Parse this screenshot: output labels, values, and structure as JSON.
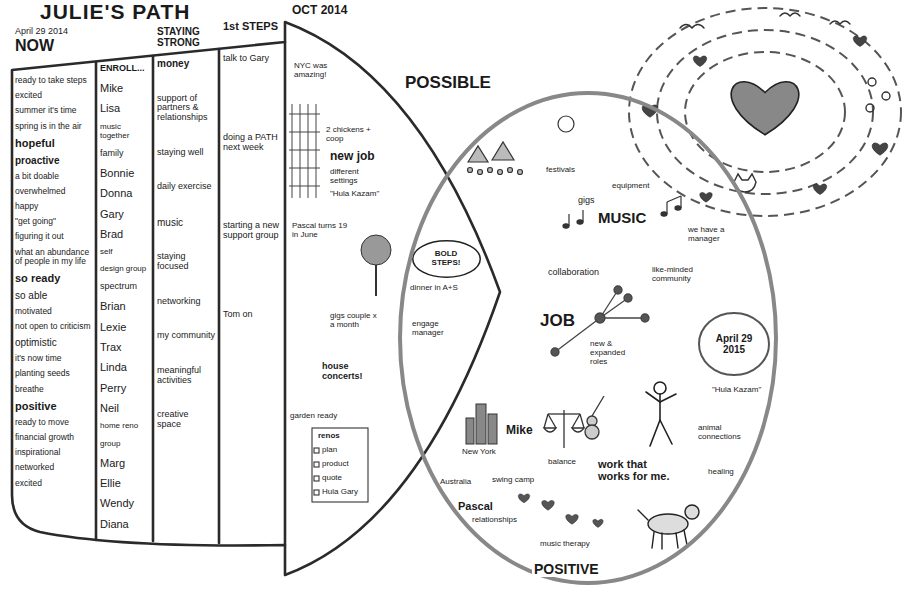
{
  "diagram": {
    "title": "JULIE'S PATH",
    "nodes": [
      {
        "text": [
          "April 29 2014",
          "NOW",
          "ready to take steps",
          "excited",
          "summer it's time",
          "spring is in the air",
          "hopeful",
          "proactive",
          "a bit doable",
          "overwhelmed",
          "happy",
          "\"get going\"",
          "figuring it out",
          "what an abundance of people in my life",
          "so ready",
          "so able",
          "motivated",
          "not open to criticism",
          "optimistic",
          "it's now time",
          "planting seeds",
          "breathe",
          "positive",
          "ready to move",
          "financial growth",
          "inspirational",
          "networked",
          "excited"
        ]
      },
      {
        "text": [
          "ENROLL...",
          "Mike",
          "Lisa",
          "music together",
          "family",
          "Bonnie",
          "Donna",
          "Gary",
          "Brad",
          "self",
          "design group",
          "spectrum",
          "Brian",
          "Lexie",
          "Trax",
          "Linda",
          "Perry",
          "Neil",
          "home reno",
          "group",
          "Marg",
          "Ellie",
          "Wendy",
          "Diana"
        ]
      },
      {
        "text": [
          "STAYING STRONG",
          "money",
          "support of partners & relationships",
          "staying well",
          "daily exercise",
          "music",
          "staying focused",
          "networking",
          "my community",
          "meaningful activities",
          "creative space"
        ]
      },
      {
        "text": [
          "1st STEPS",
          "talk to Gary",
          "doing a PATH next week",
          "starting a new support group",
          "Tom on"
        ]
      },
      {
        "text": [
          "OCT 2014",
          "NYC was amazing!",
          "2 chickens + coop",
          "new job",
          "different settings",
          "\"Hula Kazam\"",
          "Pascal turns 19 in June",
          "gigs couple x a month",
          "house concerts!",
          "garden ready",
          "renos",
          "plan",
          "product",
          "quote",
          "Hula Gary",
          "dinner in A+S",
          "engage manager"
        ]
      },
      {
        "text": [
          "BOLD STEPS!"
        ],
        "in": 4
      },
      {
        "text": [
          "POSSIBLE",
          "festivals",
          "equipment",
          "gigs",
          "MUSIC",
          "we have a manager",
          "collaboration",
          "like-minded community",
          "JOB",
          "new & expanded roles",
          "\"Hula Kazam\"",
          "animal connections",
          "healing",
          "Mike",
          "New York",
          "Australia",
          "swing camp",
          "balance",
          "work that works for me.",
          "Pascal",
          "relationships",
          "music therapy",
          "POSITIVE"
        ]
      },
      {
        "text": [
          "April 29 2015"
        ],
        "in": 6
      }
    ]
  }
}
